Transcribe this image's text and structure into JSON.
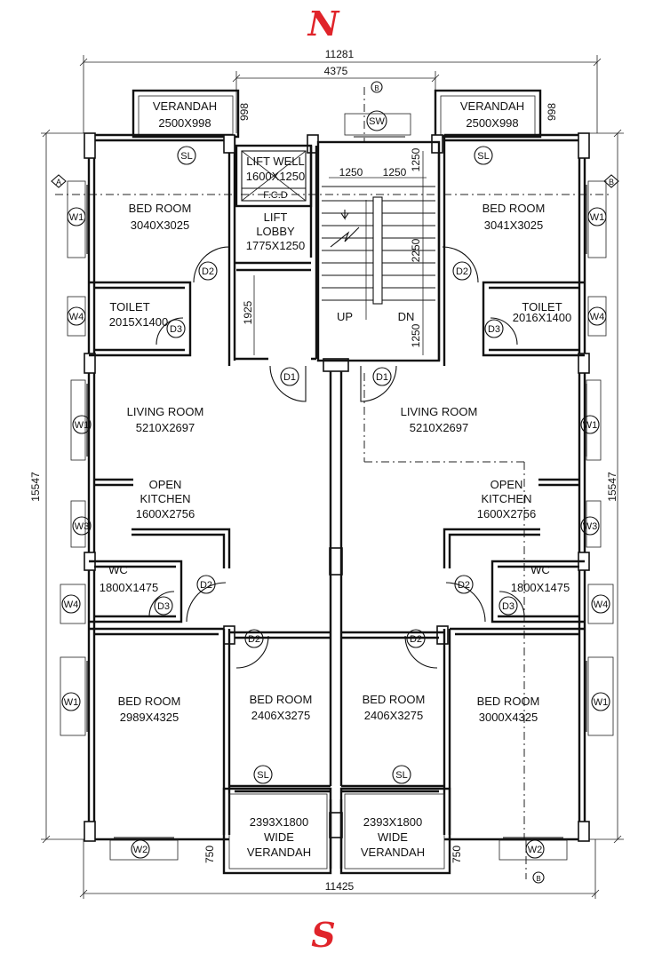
{
  "compass": {
    "north": "N",
    "south": "S"
  },
  "dimensions": {
    "overall_top": "11281",
    "stair_core": "4375",
    "overall_bottom": "11425",
    "height_left": "15547",
    "height_right": "15547",
    "verandah_depth_left": "998",
    "verandah_depth_right": "998",
    "stair_w1": "1250",
    "stair_w2": "1250",
    "stair_top": "1250",
    "stair_flight": "2250",
    "stair_bottom": "1250",
    "lobby_1925": "1925",
    "front_verandah_left": "750",
    "front_verandah_right": "750"
  },
  "rooms": [
    {
      "name": "VERANDAH",
      "size": "2500X998"
    },
    {
      "name": "VERANDAH",
      "size": "2500X998"
    },
    {
      "name": "LIFT WELL",
      "size": "1600X1250"
    },
    {
      "name": "LIFT",
      "name2": "LOBBY",
      "size": "1775X1250"
    },
    {
      "name": "BED ROOM",
      "size": "3040X3025"
    },
    {
      "name": "BED ROOM",
      "size": "3041X3025"
    },
    {
      "name": "TOILET",
      "size": "2015X1400"
    },
    {
      "name": "TOILET",
      "size": "2016X1400"
    },
    {
      "name": "LIVING ROOM",
      "size": "5210X2697"
    },
    {
      "name": "LIVING ROOM",
      "size": "5210X2697"
    },
    {
      "name": "OPEN",
      "name2": "KITCHEN",
      "size": "1600X2756"
    },
    {
      "name": "OPEN",
      "name2": "KITCHEN",
      "size": "1600X2756"
    },
    {
      "name": "WC",
      "size": "1800X1475"
    },
    {
      "name": "WC",
      "size": "1800X1475"
    },
    {
      "name": "BED ROOM",
      "size": "2989X4325"
    },
    {
      "name": "BED ROOM",
      "size": "2406X3275"
    },
    {
      "name": "BED ROOM",
      "size": "2406X3275"
    },
    {
      "name": "BED ROOM",
      "size": "3000X4325"
    },
    {
      "name": "2393X1800",
      "name2": "WIDE",
      "name3": "VERANDAH"
    },
    {
      "name": "2393X1800",
      "name2": "WIDE",
      "name3": "VERANDAH"
    }
  ],
  "labels": {
    "fcd": "F.C.D",
    "up": "UP",
    "dn": "DN",
    "sw": "SW",
    "sl": "SL",
    "grid_a": "A",
    "grid_b": "B",
    "d1": "D1",
    "d2": "D2",
    "d3": "D3",
    "w1": "W1",
    "w2": "W2",
    "w3": "W3",
    "w4": "W4"
  },
  "colors": {
    "compass": "#e0242a",
    "ink": "#111111"
  }
}
